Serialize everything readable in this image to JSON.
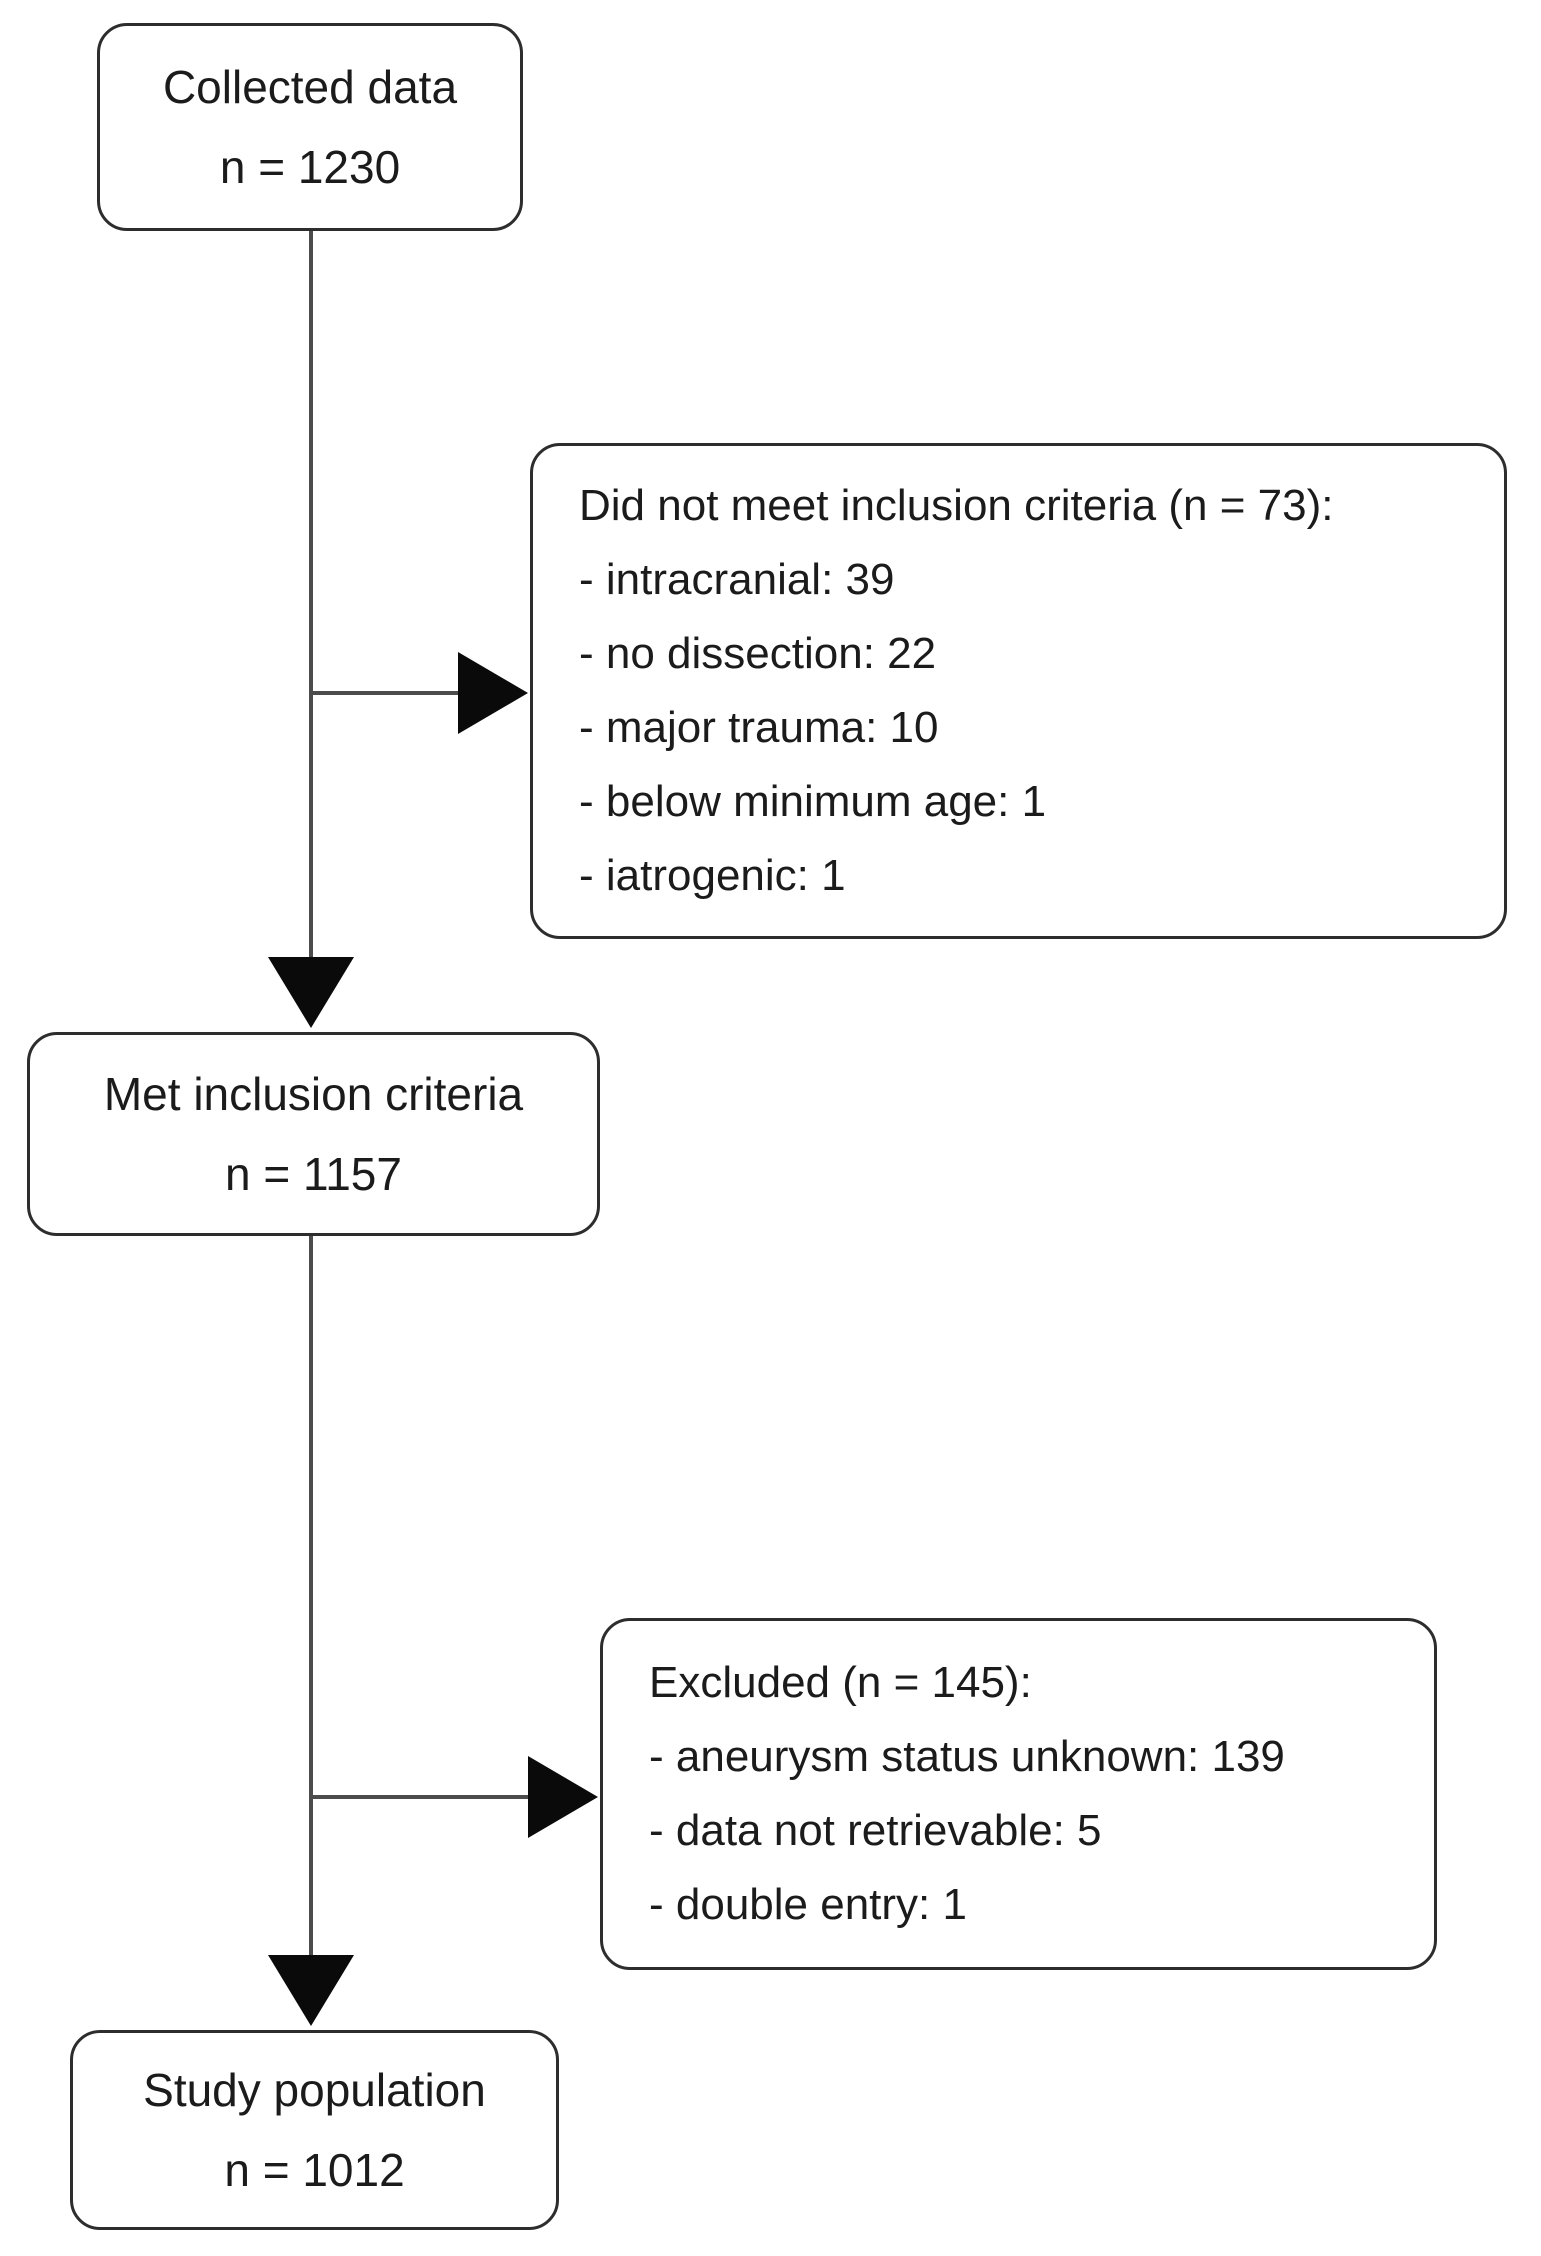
{
  "figure": {
    "type": "flowchart",
    "description": "Study population selection flow diagram"
  },
  "colors": {
    "box_border": "#2d2d2d",
    "connector": "#4c4c4c",
    "arrowhead": "#0a0a0a",
    "text": "#1b1b1b",
    "box_fill": "#ffffff",
    "background": "#ffffff"
  },
  "nodes": {
    "collected": {
      "label": "Collected data",
      "count": "n = 1230"
    },
    "not_met": {
      "title": "Did not meet inclusion criteria (n = 73):",
      "items": [
        "- intracranial: 39",
        "- no dissection: 22",
        "- major trauma: 10",
        "- below minimum age: 1",
        "- iatrogenic: 1"
      ]
    },
    "met": {
      "label": "Met inclusion criteria",
      "count": "n = 1157"
    },
    "excluded": {
      "title": "Excluded (n = 145):",
      "items": [
        "- aneurysm status unknown: 139",
        "- data not retrievable: 5",
        "- double entry: 1"
      ]
    },
    "study": {
      "label": "Study population",
      "count": "n = 1012"
    }
  }
}
